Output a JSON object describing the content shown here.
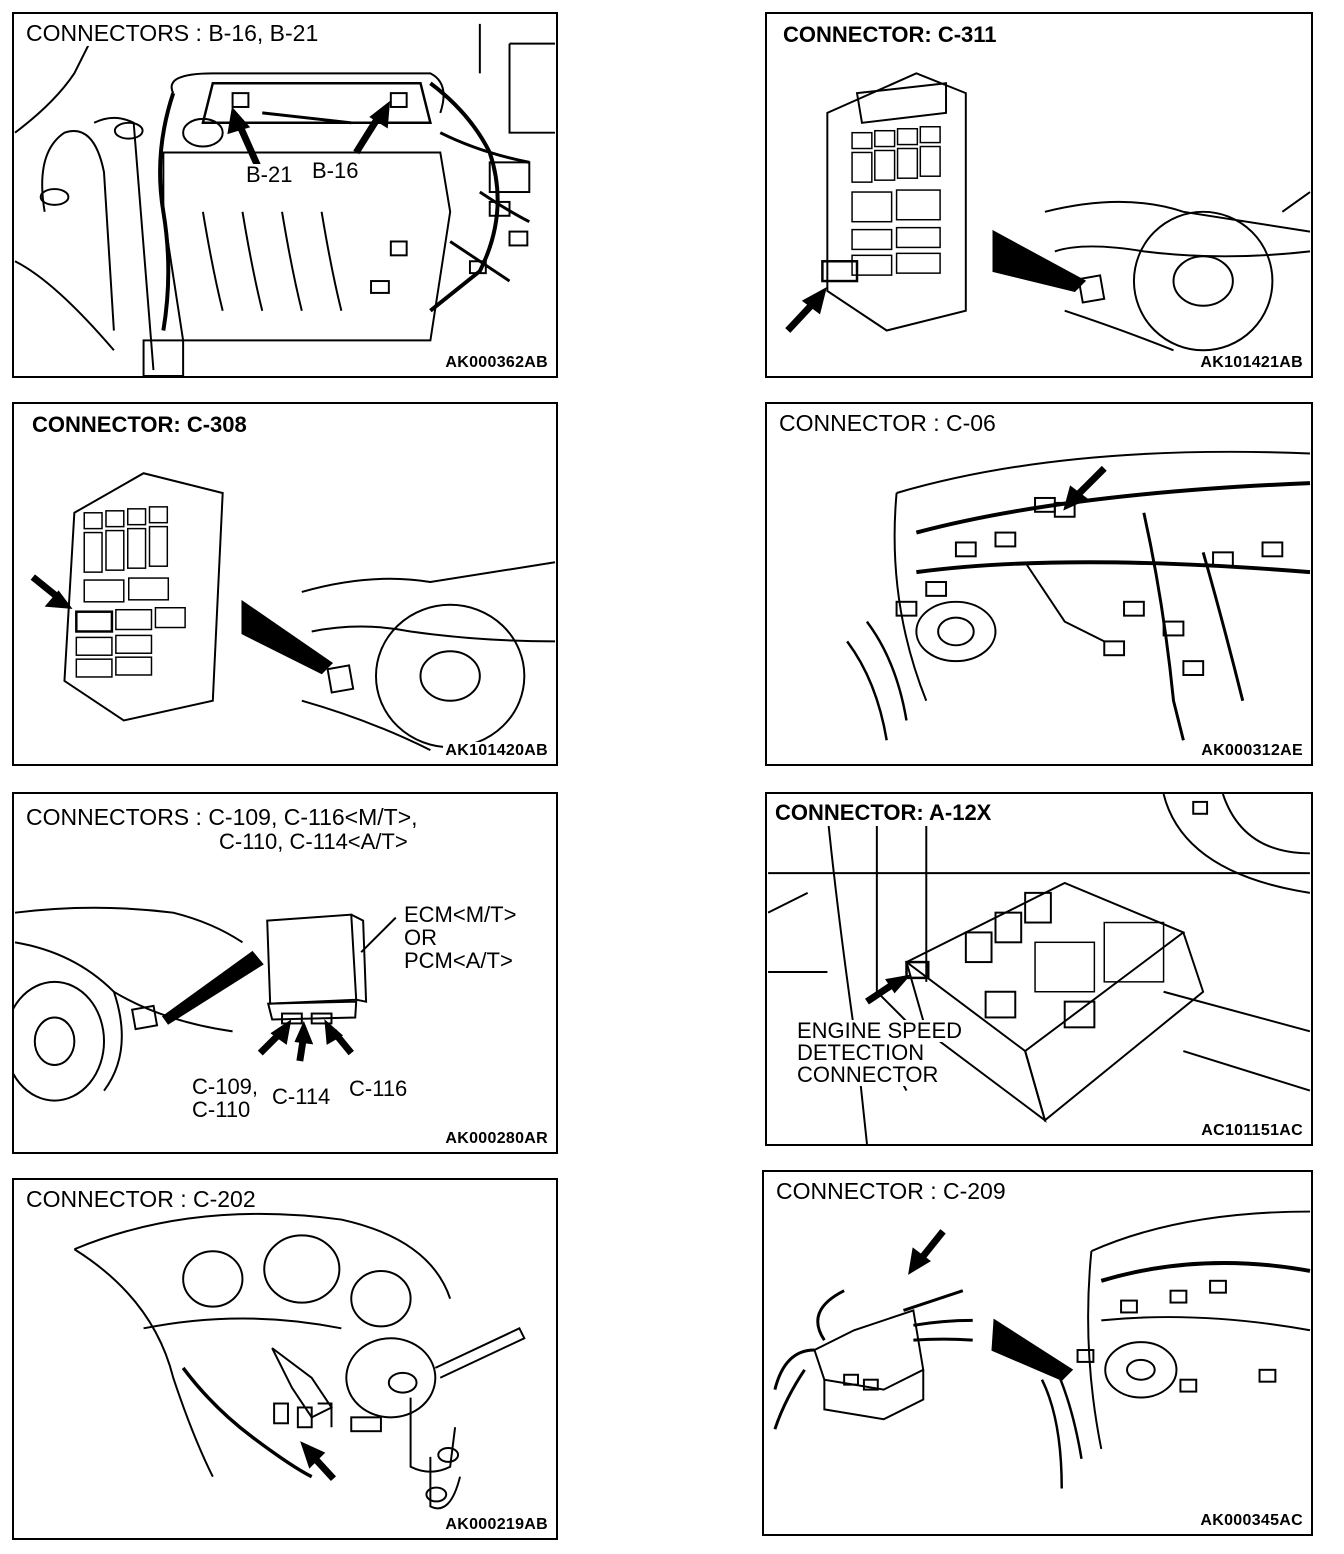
{
  "panels": {
    "p1": {
      "title": "CONNECTORS : B-16, B-21",
      "code": "AK000362AB",
      "labels": {
        "b21": "B-21",
        "b16": "B-16"
      }
    },
    "p2": {
      "title": "CONNECTOR: C-311",
      "code": "AK101421AB"
    },
    "p3": {
      "title": "CONNECTOR: C-308",
      "code": "AK101420AB"
    },
    "p4": {
      "title": "CONNECTOR : C-06",
      "code": "AK000312AE"
    },
    "p5": {
      "title": "CONNECTORS : C-109, C-116<M/T>,",
      "title_line2": "C-110, C-114<A/T>",
      "code": "AK000280AR",
      "labels": {
        "ecm": "ECM<M/T>",
        "or": "OR",
        "pcm": "PCM<A/T>",
        "c109": "C-109,",
        "c110": "C-110",
        "c114": "C-114",
        "c116": "C-116"
      }
    },
    "p6": {
      "title": "CONNECTOR: A-12X",
      "code": "AC101151AC",
      "labels": {
        "l1": "ENGINE SPEED",
        "l2": "DETECTION",
        "l3": "CONNECTOR"
      }
    },
    "p7": {
      "title": "CONNECTOR : C-202",
      "code": "AK000219AB"
    },
    "p8": {
      "title": "CONNECTOR : C-209",
      "code": "AK000345AC"
    }
  }
}
